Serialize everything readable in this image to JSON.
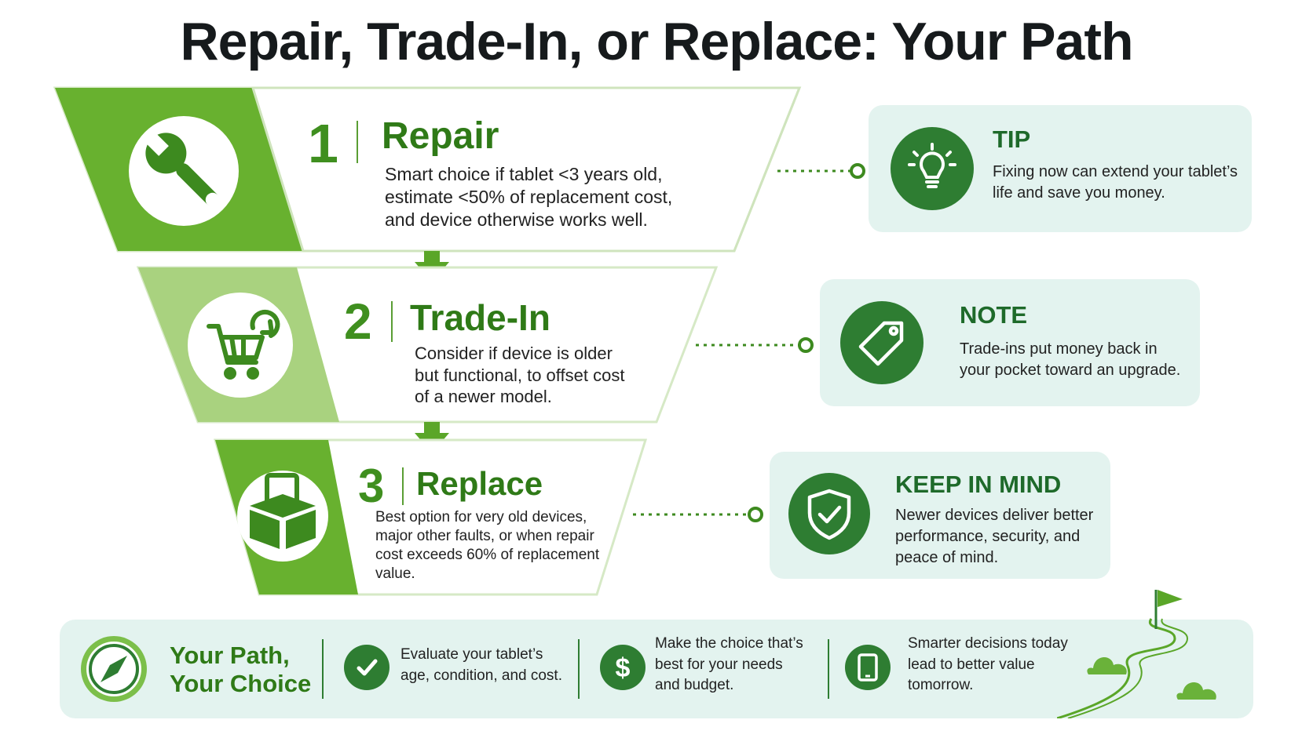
{
  "title": "Repair, Trade-In, or Replace: Your Path",
  "stages": [
    {
      "number": "1",
      "title": "Repair",
      "desc": [
        "Smart choice if tablet <3 years old,",
        "estimate <50% of replacement cost,",
        "and device otherwise works well."
      ],
      "icon": "wrench-icon"
    },
    {
      "number": "2",
      "title": "Trade-In",
      "desc": [
        "Consider if device is older",
        "but functional, to offset cost",
        "of a newer model."
      ],
      "icon": "cart-refresh-icon"
    },
    {
      "number": "3",
      "title": "Replace",
      "desc": [
        "Best option for very old devices,",
        "major other faults, or when repair",
        "cost exceeds 60% of replacement",
        "value."
      ],
      "icon": "box-device-icon"
    }
  ],
  "callouts": [
    {
      "heading": "TIP",
      "lines": [
        "Fixing now can extend your tablet’s",
        "life and save you money."
      ],
      "icon": "lightbulb-icon"
    },
    {
      "heading": "NOTE",
      "lines": [
        "Trade-ins put money back in",
        "your pocket toward an upgrade."
      ],
      "icon": "price-tag-icon"
    },
    {
      "heading": "KEEP IN MIND",
      "lines": [
        "Newer devices deliver better",
        "performance, security, and",
        "peace of mind."
      ],
      "icon": "shield-check-icon"
    }
  ],
  "footer": {
    "heading": [
      "Your Path,",
      "Your Choice"
    ],
    "items": [
      {
        "lines": [
          "Evaluate your tablet’s",
          "age, condition, and cost."
        ],
        "icon": "checkmark-icon"
      },
      {
        "lines": [
          "Make the choice that’s",
          "best for your needs",
          "and budget."
        ],
        "icon": "dollar-icon"
      },
      {
        "lines": [
          "Smarter decisions today",
          "lead to better value",
          "tomorrow."
        ],
        "icon": "tablet-icon"
      }
    ]
  },
  "colors": {
    "dark_green": "#2e7d32",
    "brand_green": "#6ab23a",
    "light_green": "#a6d07c",
    "callout_bg": "#e3f3ef"
  }
}
